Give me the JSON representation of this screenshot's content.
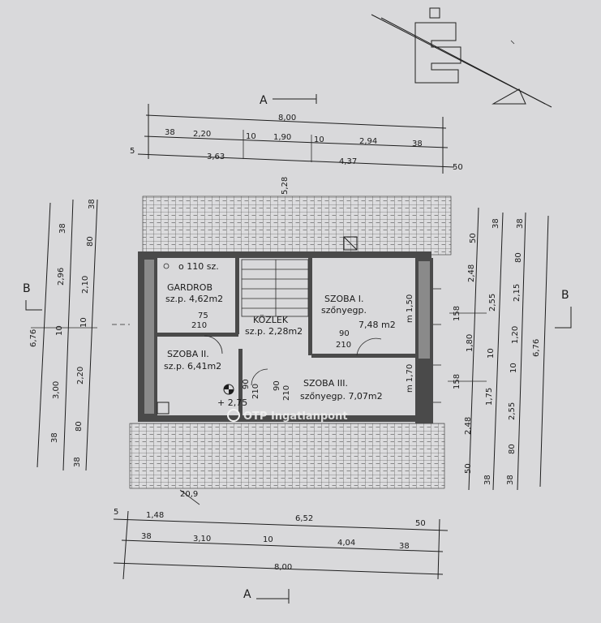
{
  "sections": {
    "a_top": "A",
    "a_bottom": "A",
    "b_left": "B",
    "b_right": "B"
  },
  "top_dims": {
    "total": "8,00",
    "row2": [
      "38",
      "2,20",
      "10",
      "1,90",
      "10",
      "2,94",
      "38"
    ],
    "row3": [
      "5",
      "3,63",
      "4,37",
      "50"
    ]
  },
  "bottom_dims": {
    "row1": [
      "5",
      "1,48",
      "6,52",
      "50"
    ],
    "row2": [
      "38",
      "3,10",
      "10",
      "4,04",
      "38"
    ],
    "total": "8,00",
    "stair": "20,9"
  },
  "left_dims": {
    "total": "6,76",
    "outer": [
      "38",
      "2,96",
      "10",
      "3,00",
      "38"
    ],
    "inner": [
      "38",
      "80",
      "2,10",
      "10",
      "2,20",
      "80",
      "38"
    ]
  },
  "right_dims": {
    "total": "6,76",
    "c1": [
      "50",
      "2,48",
      "1,80",
      "2,48",
      "50"
    ],
    "c2": [
      "38",
      "2,55",
      "10",
      "1,75",
      "38"
    ],
    "c3": [
      "38",
      "80",
      "2,15",
      "1,20",
      "10",
      "2,55",
      "80",
      "38"
    ],
    "stair_marks": [
      "158",
      "158"
    ]
  },
  "rooms": {
    "chimney": "o 110 sz.",
    "gardrob_name": "GARDROB",
    "gardrob_area": "sz.p. 4,62m2",
    "kozlek_name": "KÖZLEK",
    "kozlek_area": "sz.p. 2,28m2",
    "szoba1_name": "SZOBA I.",
    "szoba1_sub": "szőnyegp.",
    "szoba1_area": "7,48 m2",
    "szoba2_name": "SZOBA II.",
    "szoba2_area": "sz.p. 6,41m2",
    "szoba3_name": "SZOBA III.",
    "szoba3_area": "szőnyegp. 7,07m2",
    "door_75": "75",
    "door_210a": "210",
    "door_90": "90",
    "door_210b": "210",
    "door_left_w": "90",
    "door_left_h": "210",
    "door_right_w": "90",
    "door_right_h": "210",
    "level": "+ 2,75",
    "window1": "m 1,50",
    "window2": "m 1,70",
    "stair_top": "5,28"
  },
  "watermark": {
    "brand": "OTP",
    "text": "Ingatlanpont"
  }
}
